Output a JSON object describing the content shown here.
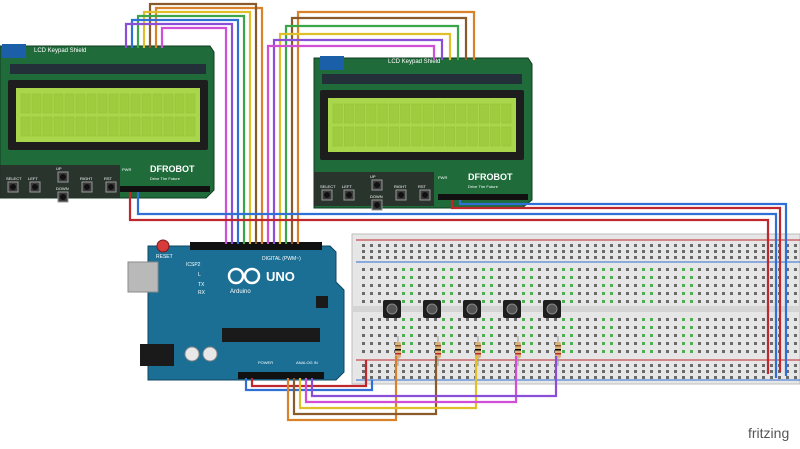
{
  "lcd_left": {
    "header_label": "LCD Keypad Shield",
    "brand": "DFROBOT",
    "tagline": "Drive The Future",
    "buttons": [
      "SELECT",
      "LEFT",
      "UP",
      "DOWN",
      "RIGHT",
      "RST"
    ],
    "pwr_label": "PWR"
  },
  "lcd_right": {
    "header_label": "LCD Keypad Shield",
    "brand": "DFROBOT",
    "tagline": "Drive The Future",
    "buttons": [
      "SELECT",
      "LEFT",
      "UP",
      "DOWN",
      "RIGHT",
      "RST"
    ],
    "pwr_label": "PWR"
  },
  "arduino": {
    "logo_text": "UNO",
    "brand": "Arduino",
    "reset_label": "RESET",
    "icsp_label": "ICSP2",
    "digital_label": "DIGITAL (PWM~)",
    "power_label": "POWER",
    "analog_label": "ANALOG IN",
    "tx_label": "TX",
    "rx_label": "RX",
    "l_label": "L"
  },
  "breadboard": {
    "pushbutton_count": 5,
    "resistor_count": 5
  },
  "watermark": "fritzing",
  "colors": {
    "shield_green": "#1f6b3a",
    "lcd_screen": "#a9d64a",
    "arduino_blue": "#1b6f95",
    "wire_red": "#c0272d",
    "wire_blue": "#2f6fd6",
    "wire_orange": "#d9822b",
    "wire_brown": "#8b5a2b",
    "wire_pink": "#d14fd6",
    "wire_purple": "#8a4fd6",
    "wire_green": "#3aa64a",
    "wire_yellow": "#e0c02a"
  }
}
